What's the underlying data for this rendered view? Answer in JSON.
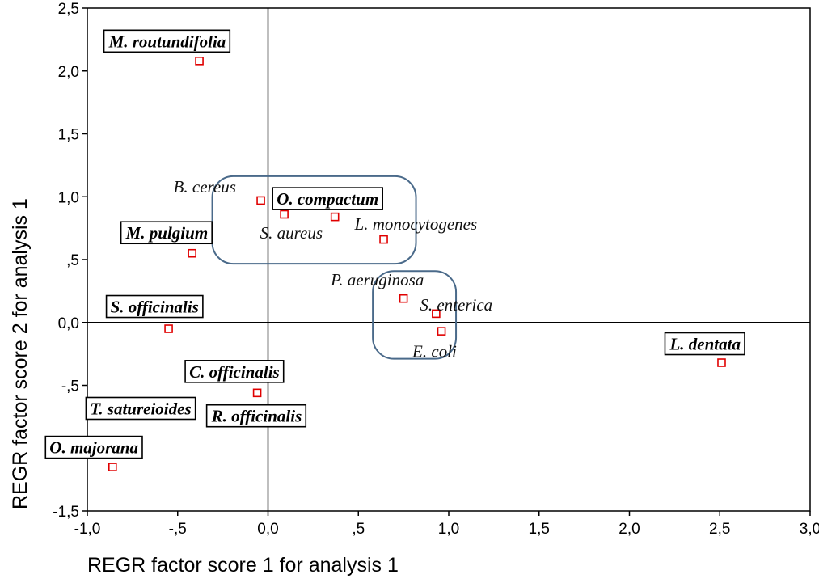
{
  "chart_data": {
    "type": "scatter",
    "xlabel": "REGR factor score   1 for analysis   1",
    "ylabel": "REGR factor score   2 for analysis   1",
    "xlim": [
      -1.0,
      3.0
    ],
    "ylim": [
      -1.5,
      2.5
    ],
    "x_ticks": [
      "-1,0",
      "-,5",
      "0,0",
      ",5",
      "1,0",
      "1,5",
      "2,0",
      "2,5",
      "3,0"
    ],
    "x_tick_values": [
      -1.0,
      -0.5,
      0.0,
      0.5,
      1.0,
      1.5,
      2.0,
      2.5,
      3.0
    ],
    "y_ticks": [
      "2,5",
      "2,0",
      "1,5",
      "1,0",
      ",5",
      "0,0",
      "-,5",
      "-1,0",
      "-1,5"
    ],
    "y_tick_values": [
      2.5,
      2.0,
      1.5,
      1.0,
      0.5,
      0.0,
      -0.5,
      -1.0,
      -1.5
    ],
    "reference_lines": {
      "x": 0.0,
      "y": 0.0
    },
    "marker_color": "#e00000",
    "points": [
      {
        "label": "M. routundifolia",
        "x": -0.38,
        "y": 2.08,
        "boxed": true
      },
      {
        "label": "B. cereus",
        "x": -0.04,
        "y": 0.97,
        "boxed": false
      },
      {
        "label": "O. compactum",
        "x": 0.37,
        "y": 0.84,
        "boxed": true
      },
      {
        "label": "S. aureus",
        "x": 0.09,
        "y": 0.86,
        "boxed": false
      },
      {
        "label": "L. monocytogenes",
        "x": 0.64,
        "y": 0.66,
        "boxed": false
      },
      {
        "label": "M. pulgium",
        "x": -0.42,
        "y": 0.55,
        "boxed": true
      },
      {
        "label": "P. aeruginosa",
        "x": 0.75,
        "y": 0.19,
        "boxed": false
      },
      {
        "label": "S. enterica",
        "x": 0.93,
        "y": 0.07,
        "boxed": false
      },
      {
        "label": "E. coli",
        "x": 0.96,
        "y": -0.07,
        "boxed": false
      },
      {
        "label": "S. officinalis",
        "x": -0.55,
        "y": -0.05,
        "boxed": true
      },
      {
        "label": "L. dentata",
        "x": 2.51,
        "y": -0.32,
        "boxed": true
      },
      {
        "label": "C. officinalis",
        "x": -0.06,
        "y": -0.56,
        "boxed": true
      },
      {
        "label": "T. satureioides",
        "x": -0.43,
        "y": -0.68,
        "boxed": true
      },
      {
        "label": "R. officinalis",
        "x": -0.25,
        "y": -0.72,
        "boxed": true
      },
      {
        "label": "O. majorana",
        "x": -0.86,
        "y": -1.15,
        "boxed": true
      }
    ],
    "groups": [
      {
        "members": [
          "B. cereus",
          "O. compactum",
          "S. aureus",
          "L. monocytogenes"
        ]
      },
      {
        "members": [
          "P. aeruginosa",
          "S. enterica",
          "E. coli"
        ]
      }
    ]
  }
}
